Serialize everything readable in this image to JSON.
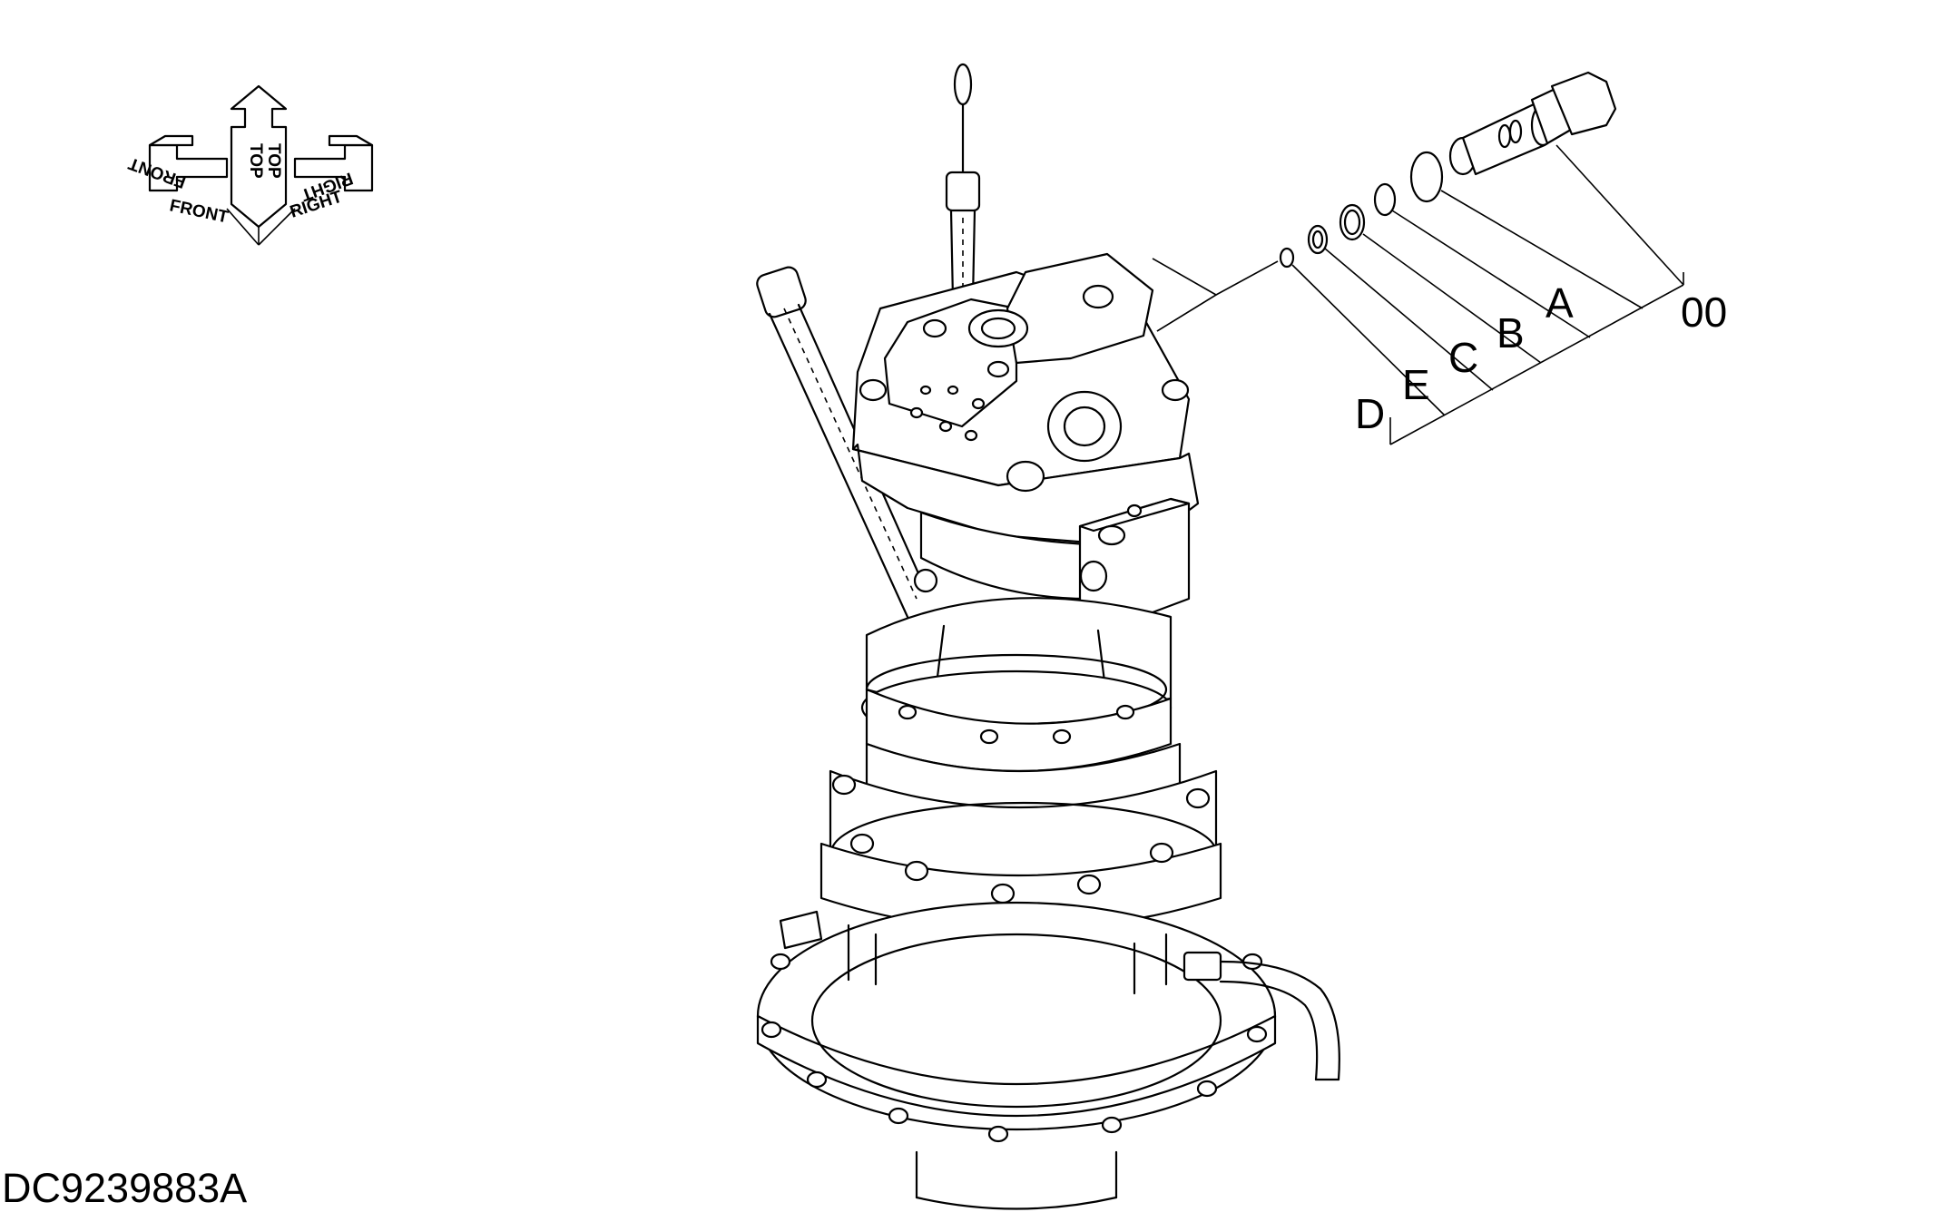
{
  "orientation": {
    "front": "FRONT",
    "top": "TOP",
    "right": "RIGHT"
  },
  "callouts": {
    "a": "A",
    "b": "B",
    "c": "C",
    "d": "D",
    "e": "E",
    "assembly": "00"
  },
  "drawing_code": "DC9239883A"
}
